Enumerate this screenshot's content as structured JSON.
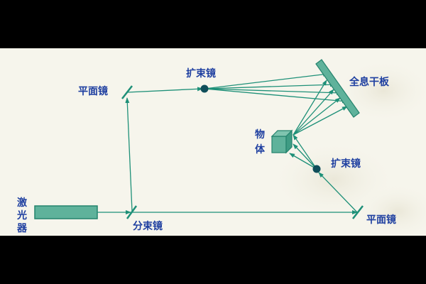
{
  "diagram": {
    "labels": {
      "laser": "激光器",
      "beam_splitter": "分束镜",
      "plane_mirror_top": "平面镜",
      "plane_mirror_bottom": "平面镜",
      "expander_top": "扩束镜",
      "expander_bottom": "扩束镜",
      "object": "物体",
      "hologram_plate": "全息干板"
    },
    "colors": {
      "frame": "#000000",
      "background": "#f6f5ec",
      "beam": "#1e9078",
      "label": "#1e3fa0",
      "component_fill": "#5fb29b",
      "component_stroke": "#24836d",
      "lens_dot": "#0f4e5a"
    }
  }
}
